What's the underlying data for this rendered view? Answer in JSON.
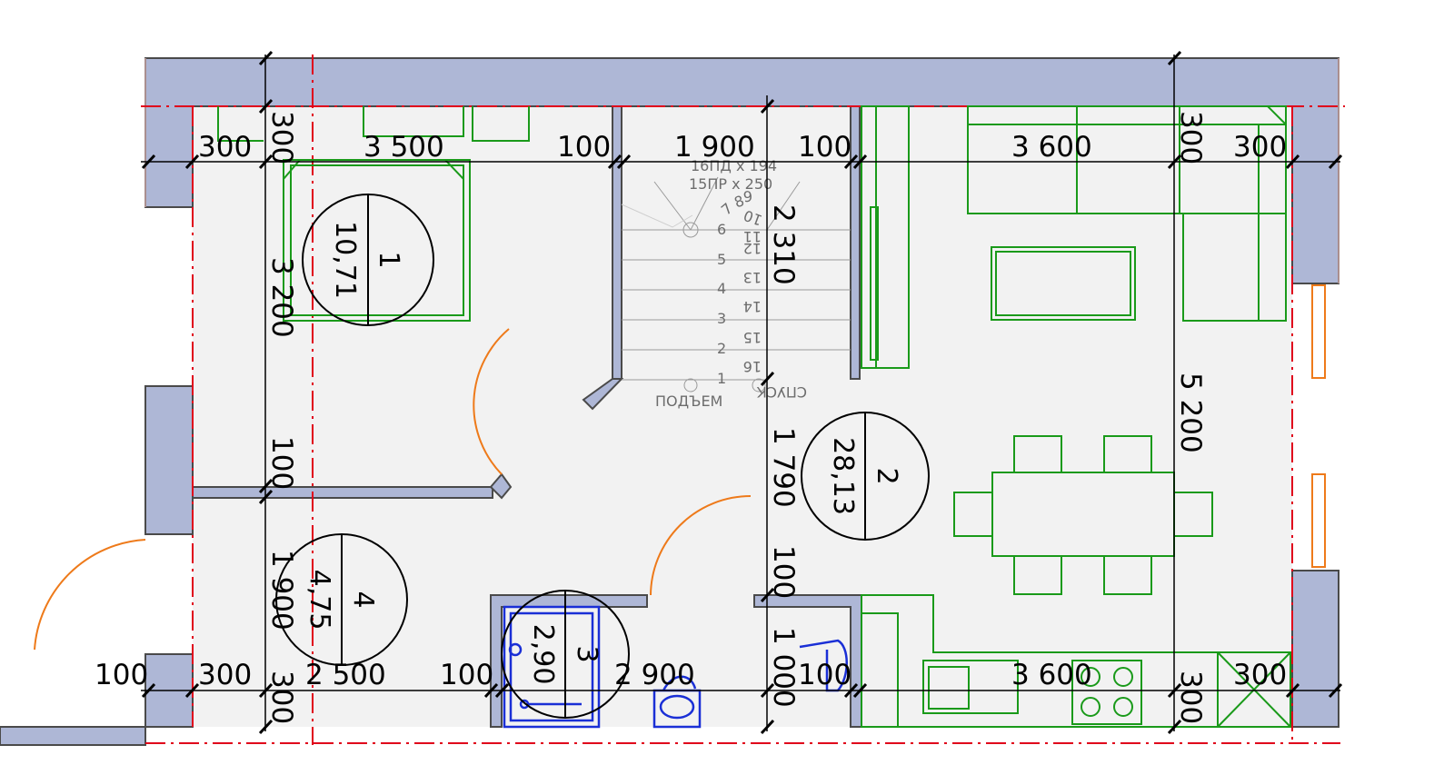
{
  "colors": {
    "wall": "#aeb7d6",
    "wall_stroke": "#4a4a4a",
    "floor": "#f2f2f2",
    "axis": "#e0001b",
    "furniture": "#1a9a1a",
    "plumbing": "#1a2fd6",
    "door_arc": "#ee7a1a",
    "dimension": "#000000"
  },
  "dimensions": {
    "top": [
      "300",
      "300",
      "3 500",
      "100",
      "1 900",
      "100",
      "3 600",
      "300",
      "300"
    ],
    "bottom": [
      "100",
      "300",
      "300",
      "2 500",
      "100",
      "2 900",
      "1 000",
      "100",
      "3 600",
      "300",
      "300"
    ],
    "left": [
      "3 200",
      "100",
      "1 900"
    ],
    "right": [
      "5 200"
    ],
    "stair_vertical": [
      "2 310",
      "1 790",
      "100"
    ]
  },
  "rooms": [
    {
      "number": "1",
      "area": "10,71"
    },
    {
      "number": "2",
      "area": "28,13"
    },
    {
      "number": "3",
      "area": "2,90"
    },
    {
      "number": "4",
      "area": "4,75"
    }
  ],
  "stair": {
    "spec_risers": "16ПД х 194",
    "spec_treads": "15ПР х 250",
    "up_label": "ПОДЪЕМ",
    "down_label": "СПУСК",
    "steps_up": [
      "1",
      "2",
      "3",
      "4",
      "5",
      "6",
      "7",
      "8",
      "9"
    ],
    "steps_down": [
      "10",
      "11",
      "12",
      "13",
      "14",
      "15",
      "16"
    ]
  }
}
